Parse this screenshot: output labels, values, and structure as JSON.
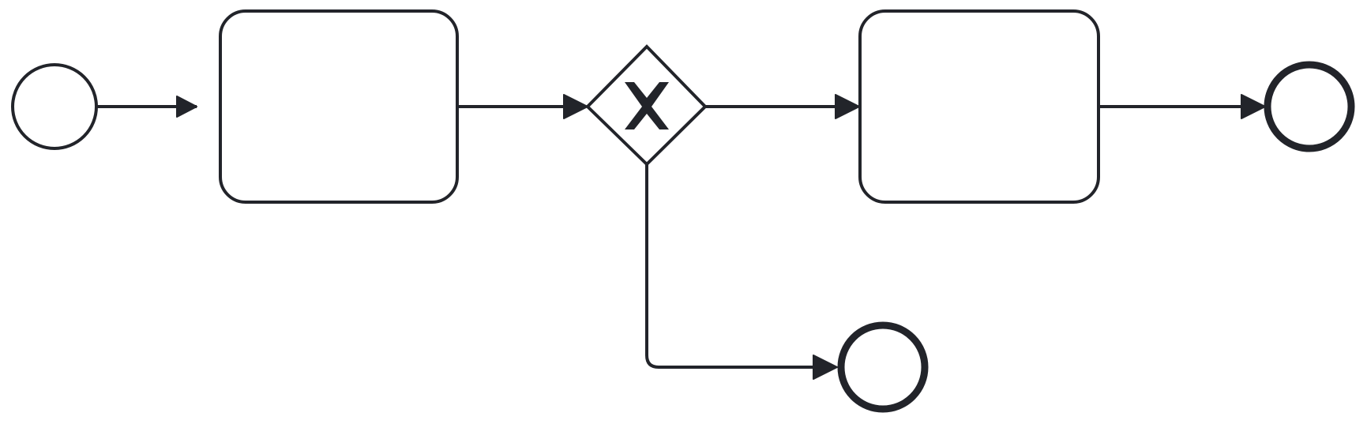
{
  "diagram": {
    "type": "bpmn-process",
    "colors": {
      "stroke": "#22242a",
      "fill": "#ffffff",
      "background": "#ffffff"
    },
    "nodes": [
      {
        "id": "start",
        "kind": "start-event",
        "label": ""
      },
      {
        "id": "task1",
        "kind": "task",
        "label": ""
      },
      {
        "id": "gateway",
        "kind": "exclusive-gateway",
        "label": "",
        "icon": "x-marker-icon"
      },
      {
        "id": "task2",
        "kind": "task",
        "label": ""
      },
      {
        "id": "end1",
        "kind": "end-event",
        "label": ""
      },
      {
        "id": "end2",
        "kind": "end-event",
        "label": ""
      }
    ],
    "flows": [
      {
        "from": "start",
        "to": "task1"
      },
      {
        "from": "task1",
        "to": "gateway"
      },
      {
        "from": "gateway",
        "to": "task2"
      },
      {
        "from": "task2",
        "to": "end1"
      },
      {
        "from": "gateway",
        "to": "end2"
      }
    ]
  }
}
